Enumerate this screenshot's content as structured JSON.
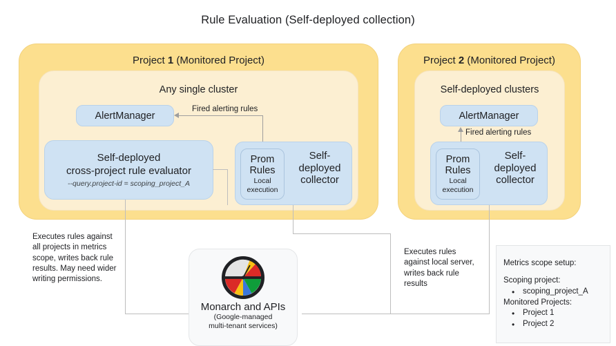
{
  "title": "Rule Evaluation (Self-deployed collection)",
  "colors": {
    "project_fill": "#FCDF8E",
    "cluster_fill": "#FCEFD2",
    "component_fill": "#CFE2F3",
    "note_card_fill": "#F8F9FA",
    "connector": "#BDBDBD",
    "text": "#202124"
  },
  "project1": {
    "title_prefix": "Project ",
    "title_number": "1",
    "title_suffix": " (Monitored Project)",
    "cluster_title": "Any single cluster",
    "alertmanager": "AlertManager",
    "fired_alerting_rules": "Fired alerting rules",
    "evaluator": {
      "line1": "Self-deployed",
      "line2": "cross-project rule evaluator",
      "flag": "--query.project-id = scoping_project_A"
    },
    "collector": {
      "prom_rules_line1": "Prom",
      "prom_rules_line2": "Rules",
      "prom_rules_sub_line1": "Local",
      "prom_rules_sub_line2": "execution",
      "label_line1": "Self-",
      "label_line2": "deployed",
      "label_line3": "collector"
    }
  },
  "project2": {
    "title_prefix": "Project ",
    "title_number": "2",
    "title_suffix": " (Monitored Project)",
    "cluster_title": "Self-deployed clusters",
    "alertmanager": "AlertManager",
    "fired_alerting_rules": "Fired alerting rules",
    "collector": {
      "prom_rules_line1": "Prom",
      "prom_rules_line2": "Rules",
      "prom_rules_sub_line1": "Local",
      "prom_rules_sub_line2": "execution",
      "label_line1": "Self-",
      "label_line2": "deployed",
      "label_line3": "collector"
    }
  },
  "notes": {
    "left": "Executes rules against all projects in metrics scope, writes back rule results. May need wider writing permissions.",
    "right": "Executes rules against local server, writes back rule results"
  },
  "monarch": {
    "title": "Monarch and APIs",
    "subtitle_line1": "(Google-managed",
    "subtitle_line2": "multi-tenant services)",
    "icon": "monarch-gauge-icon"
  },
  "scope": {
    "heading": "Metrics scope setup:",
    "scoping_label": "Scoping project:",
    "scoping_projects": [
      "scoping_project_A"
    ],
    "monitored_label": "Monitored Projects:",
    "monitored_projects": [
      "Project 1",
      "Project 2"
    ]
  }
}
